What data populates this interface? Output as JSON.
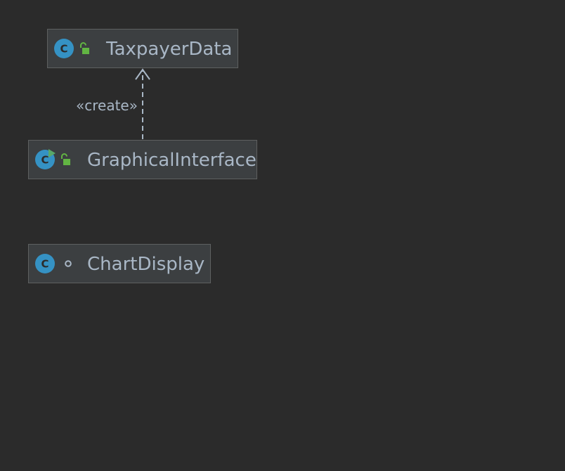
{
  "diagram": {
    "nodes": {
      "taxpayer_data": {
        "name": "TaxpayerData",
        "kind_icon": "class-icon",
        "visibility_icon": "public-open-lock-icon"
      },
      "graphical_interface": {
        "name": "GraphicalInterface",
        "kind_icon": "runnable-class-icon",
        "visibility_icon": "public-open-lock-icon"
      },
      "chart_display": {
        "name": "ChartDisplay",
        "kind_icon": "class-icon",
        "visibility_icon": "package-private-circle-icon"
      }
    },
    "edges": [
      {
        "from": "GraphicalInterface",
        "to": "TaxpayerData",
        "type": "dependency",
        "label": "«create»"
      }
    ]
  },
  "colors": {
    "background": "#2b2b2b",
    "node_fill": "#3c3f41",
    "node_border": "#5e6060",
    "text": "#a9b7c6",
    "class_icon_fill": "#3592c4",
    "runnable_arrow": "#59a869",
    "public_lock": "#62b543",
    "edge": "#a9b7c6"
  }
}
